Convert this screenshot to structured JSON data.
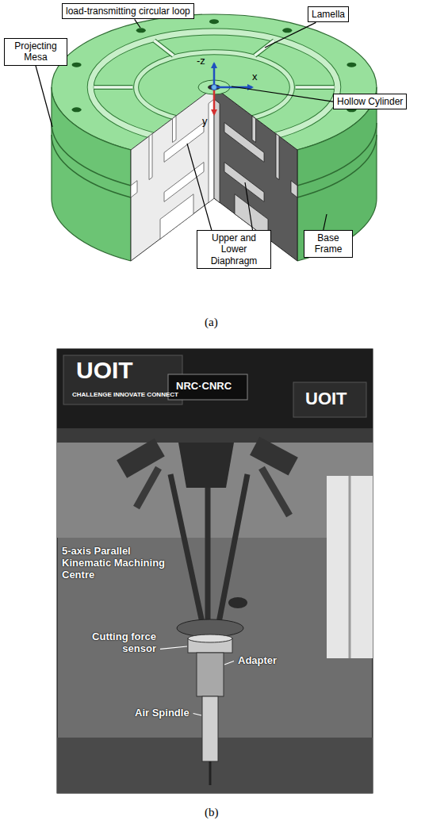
{
  "diagram": {
    "nodes": [
      {
        "text": [
          "load-transmitting circular loop"
        ]
      },
      {
        "text": [
          "Lamella"
        ]
      },
      {
        "text": [
          "Projecting Mesa"
        ]
      },
      {
        "text": [
          "Hollow Cylinder"
        ]
      },
      {
        "text": [
          "Upper and Lower Diaphragm"
        ]
      },
      {
        "text": [
          "Base Frame"
        ]
      }
    ],
    "labels": [
      "-z",
      "x",
      "y",
      "(a)",
      "UOIT",
      "CHALLENGE INNOVATE CONNECT",
      "NRC·CNRC",
      "UOIT",
      "5-axis Parallel Kinematic Machining Centre",
      "Cutting force sensor",
      "Adapter",
      "Air Spindle",
      "(b)"
    ]
  }
}
